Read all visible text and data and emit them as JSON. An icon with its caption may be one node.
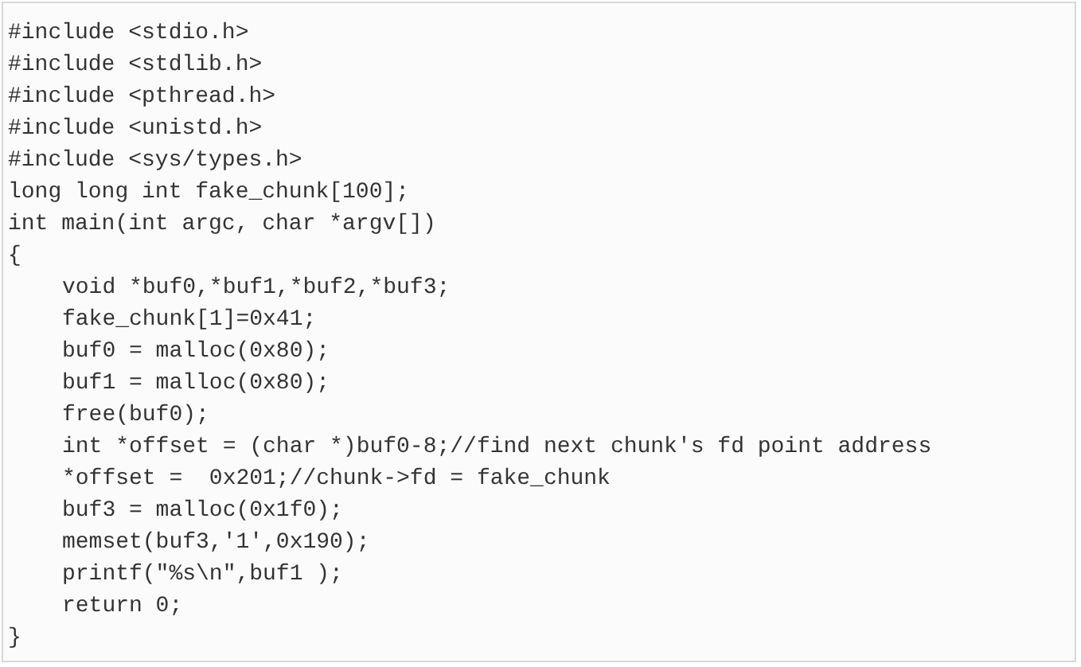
{
  "diagram": {
    "labels": [
      "#include <stdio.h>",
      "#include <stdlib.h>",
      "#include <pthread.h>",
      "#include <unistd.h>",
      "#include <sys/types.h>",
      "long long int fake_chunk[100];",
      "int main(int argc, char *argv[])",
      "{",
      "void *buf0,*buf1,*buf2,*buf3;",
      "fake_chunk[1]=0x41;",
      "buf0 = malloc(0x80);",
      "buf1 = malloc(0x80);",
      "free(buf0);",
      "int *offset = (char *)buf0-8;//find next chunk's fd point address",
      "*offset =  0x201;//chunk->fd = fake_chunk",
      "buf3 = malloc(0x1f0);",
      "memset(buf3,'1',0x190);",
      "printf(\"%s\\n\",buf1 );",
      "return 0;",
      "}"
    ]
  }
}
